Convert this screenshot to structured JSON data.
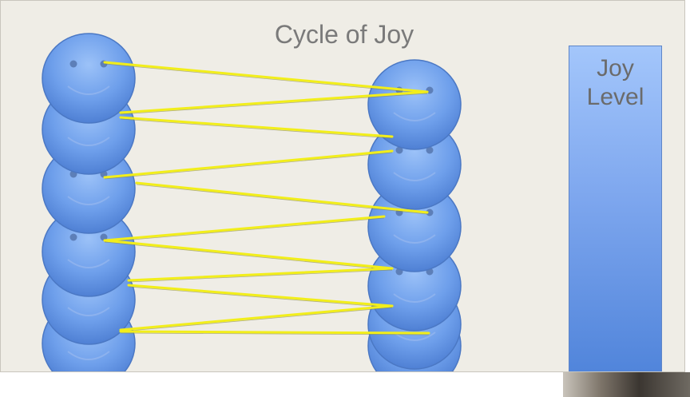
{
  "title": "Cycle of Joy",
  "joy_meter": {
    "label_line1": "Joy",
    "label_line2": "Level"
  },
  "colors": {
    "slide_background": "#efede6",
    "face_fill": "#6fa0ec",
    "face_edge": "#4b78c4",
    "connector": "#f2ee1a",
    "title_text": "#7a7a7a"
  },
  "icons": {
    "faces": "smiley-face-icon",
    "connectors": "connector-line"
  }
}
